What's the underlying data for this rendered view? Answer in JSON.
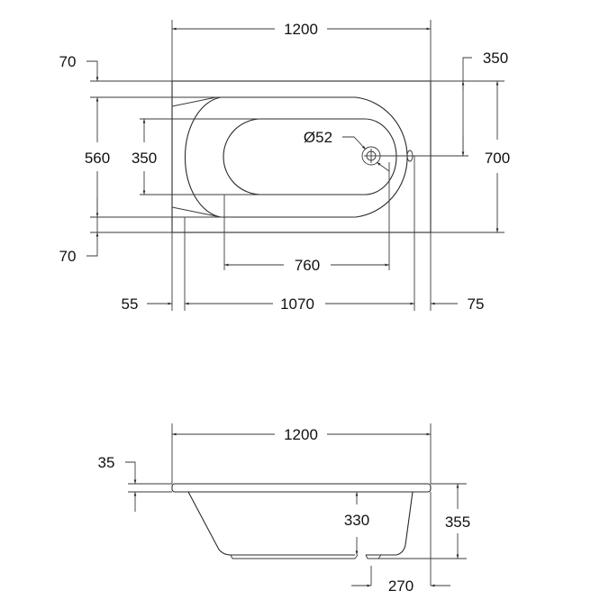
{
  "plan_view": {
    "overall_length": "1200",
    "overall_width": "700",
    "rim_top": "70",
    "rim_bottom": "70",
    "inner_width": "560",
    "floor_width": "350",
    "waste_offset": "350",
    "waste_diameter": "Ø52",
    "floor_length": "760",
    "rim_left": "55",
    "inner_length": "1070",
    "rim_right": "75"
  },
  "side_view": {
    "overall_length": "1200",
    "rim_thickness": "35",
    "inner_depth": "330",
    "overall_depth": "355",
    "waste_from_end": "270"
  },
  "colors": {
    "line": "#2a2a2a",
    "text": "#111111",
    "background": "#ffffff"
  }
}
